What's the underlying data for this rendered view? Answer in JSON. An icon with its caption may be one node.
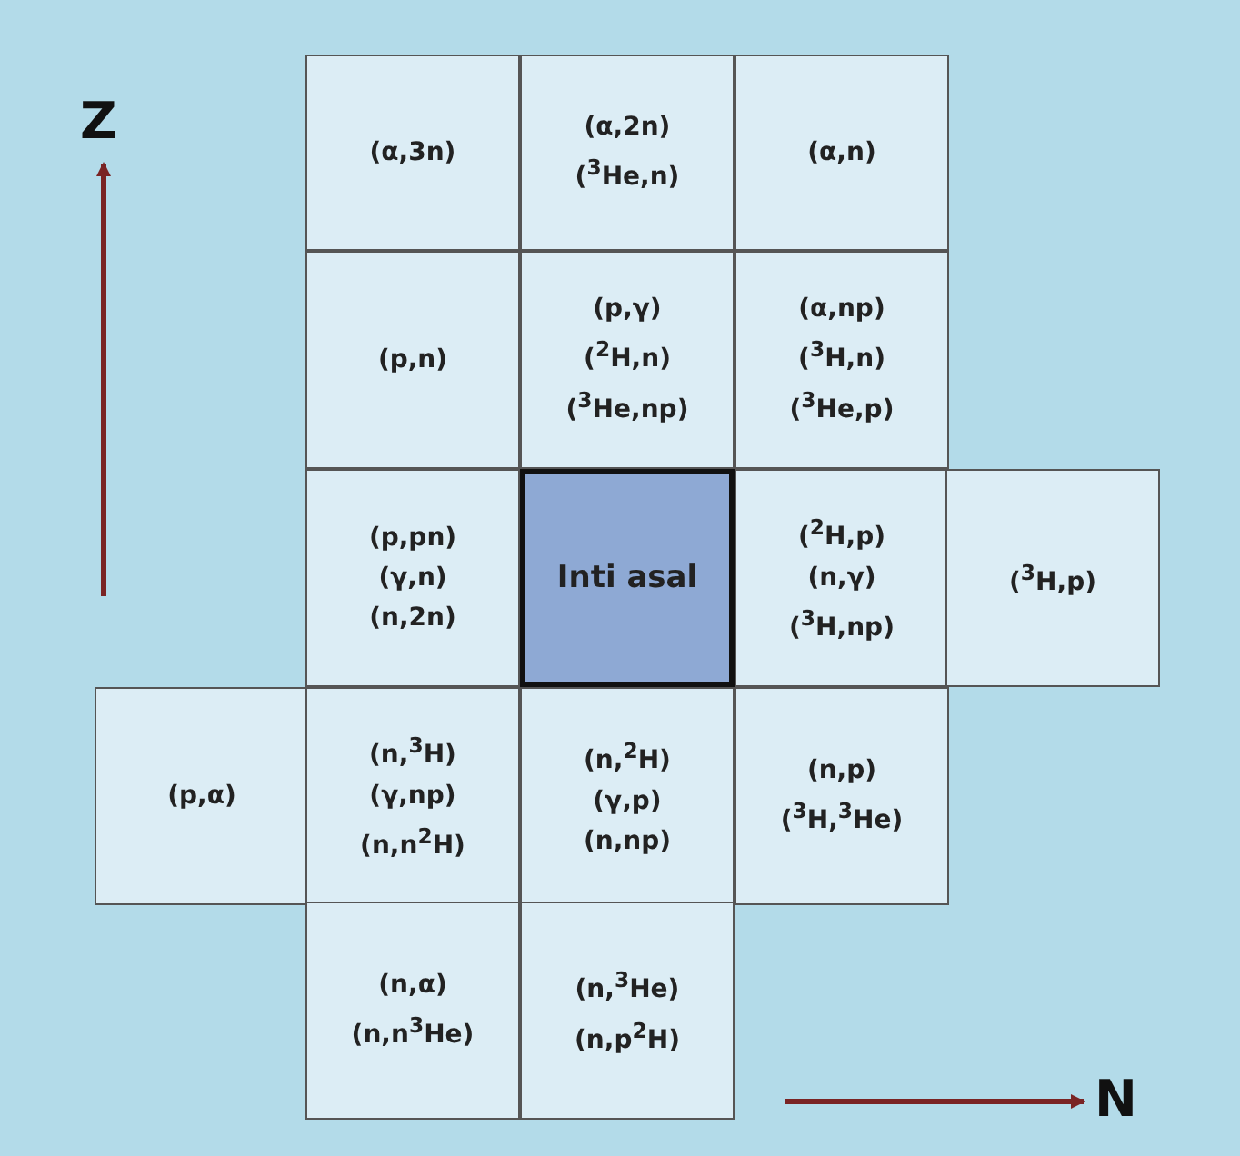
{
  "diagram": {
    "nodes": [
      {
        "text": [
          "(α,3n)"
        ]
      },
      {
        "text": [
          "(α,2n)",
          "($^{3}$He,n)"
        ]
      },
      {
        "text": [
          "(α,n)"
        ]
      },
      {
        "text": [
          "(p,n)"
        ]
      },
      {
        "text": [
          "(p,γ)",
          "($^{2}$H,n)",
          "($^{3}$He,np)"
        ]
      },
      {
        "text": [
          "(α,np)",
          "($^{3}$H,n)",
          "($^{3}$He,p)"
        ]
      },
      {
        "text": [
          "(p,pn)",
          "(γ,n)",
          "(n,2n)"
        ]
      },
      {
        "text": [
          "Inti asal"
        ]
      },
      {
        "text": [
          "($^{2}$H,p)",
          "(n,γ)",
          "($^{3}$H,np)"
        ]
      },
      {
        "text": [
          "($^{3}$H,p)"
        ]
      },
      {
        "text": [
          "(p,α)"
        ]
      },
      {
        "text": [
          "(n,$^{3}$H)",
          "(γ,np)",
          "(n,n$^{2}$H)"
        ]
      },
      {
        "text": [
          "(n,$^{2}$H)",
          "(γ,p)",
          "(n,np)"
        ]
      },
      {
        "text": [
          "(n,p)",
          "($^{3}$H,$^{3}$He)"
        ]
      },
      {
        "text": [
          "(n,α)",
          "(n,n$^{3}$He)"
        ]
      },
      {
        "text": [
          "(n,$^{3}$He)",
          "(n,p$^{2}$H)"
        ]
      }
    ],
    "labels": [
      "Z",
      "N"
    ]
  }
}
